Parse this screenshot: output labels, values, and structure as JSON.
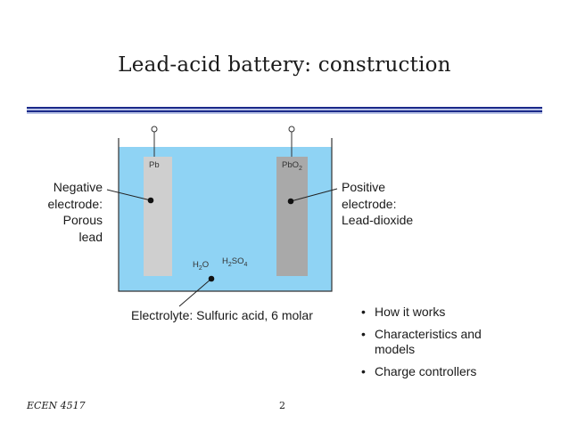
{
  "title": "Lead-acid battery: construction",
  "colors": {
    "electrolyte": "#8fd3f4",
    "negative_plate": "#cfcfcf",
    "positive_plate": "#a9a9a9",
    "container_outline": "#333333",
    "rule_dark": "#1c2a8a",
    "rule_light": "#b9c3e6"
  },
  "negative": {
    "plate_label": "Pb",
    "caption_lines": [
      "Negative",
      "electrode:",
      "Porous",
      "lead"
    ]
  },
  "positive": {
    "plate_label": "PbO",
    "plate_label_sub": "2",
    "caption_lines": [
      "Positive",
      "electrode:",
      "Lead-dioxide"
    ]
  },
  "electrolyte": {
    "water": {
      "main": "H",
      "sub": "2",
      "tail": "O"
    },
    "acid": {
      "main": "H",
      "sub1": "2",
      "mid": "SO",
      "sub2": "4"
    },
    "caption": "Electrolyte: Sulfuric acid, 6 molar"
  },
  "bullets": [
    "How it works",
    "Characteristics and models",
    "Charge controllers"
  ],
  "footer": {
    "course": "ECEN 4517",
    "page": "2"
  }
}
